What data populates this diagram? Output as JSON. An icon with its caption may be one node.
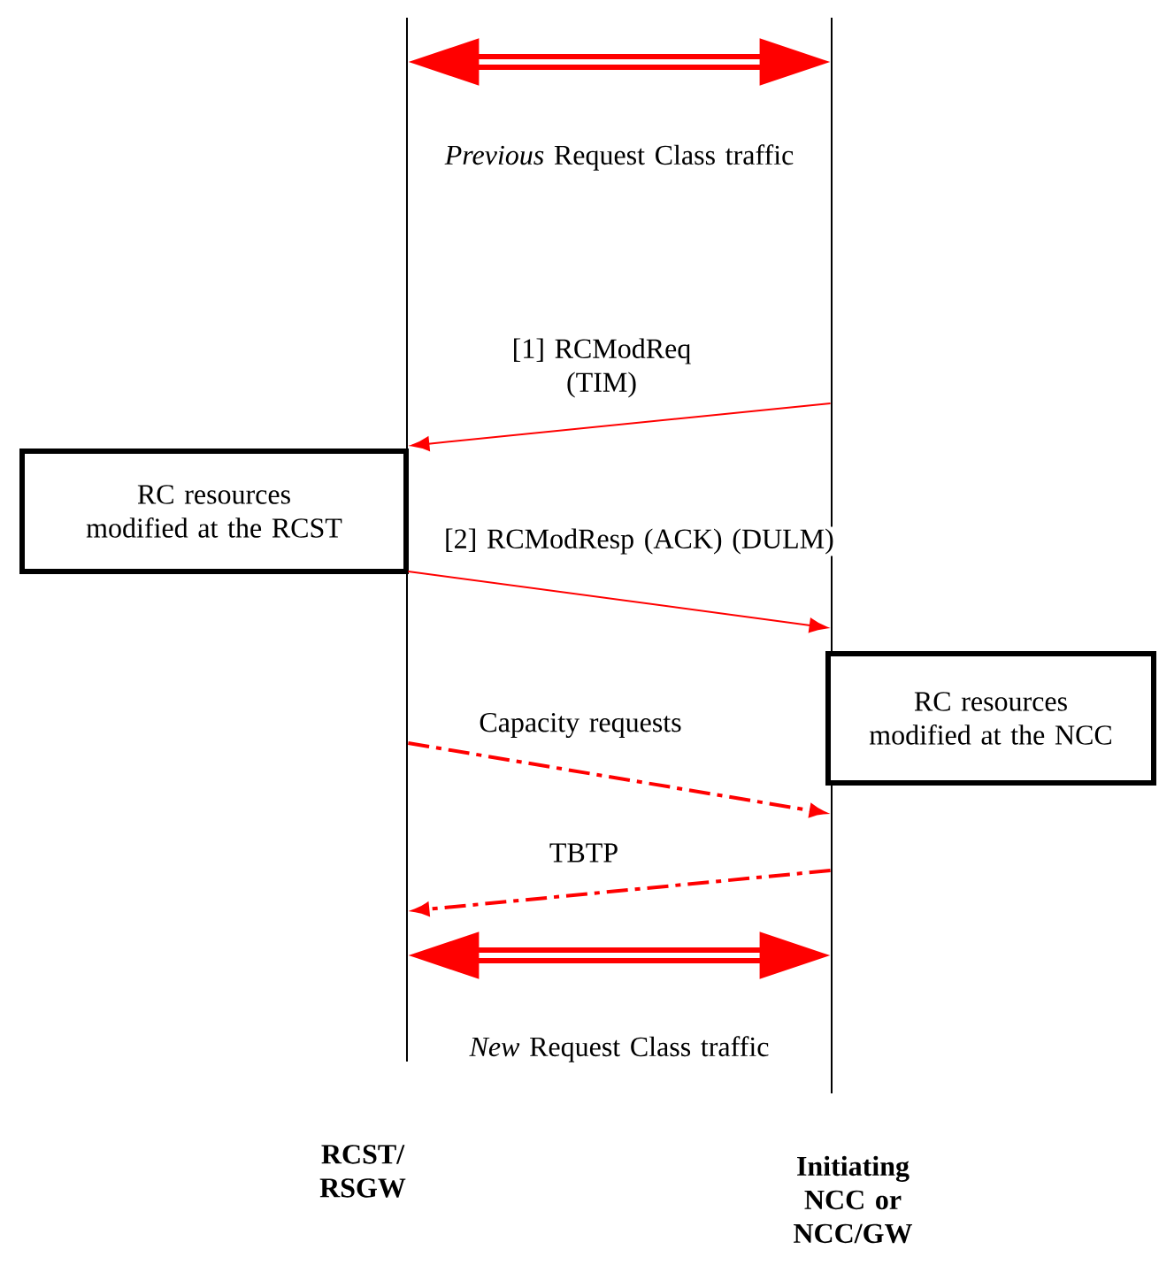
{
  "diagram": {
    "nodes": [
      {
        "text": [],
        "shape": "bar",
        "beside": [
          "RCST/ RSGW"
        ]
      },
      {
        "text": [],
        "shape": "bar",
        "beside": [
          "Initiating NCC or NCC/GW"
        ]
      },
      {
        "text": [
          "RC resources modified at the RCST"
        ]
      },
      {
        "text": [
          "RC resources modified at the NCC"
        ]
      }
    ],
    "edges": [
      {
        "from": 0,
        "to": 1,
        "arrow": "both",
        "style": "thick",
        "label": "*Previous* Request Class traffic"
      },
      {
        "from": 1,
        "to": 0,
        "arrow": "to",
        "label": "[1] RCModReq (TIM)"
      },
      {
        "from": 0,
        "to": 1,
        "arrow": "to",
        "label": "[2] RCModResp (ACK) (DULM)"
      },
      {
        "from": 0,
        "to": 1,
        "arrow": "to",
        "style": "dashed",
        "label": "Capacity requests"
      },
      {
        "from": 1,
        "to": 0,
        "arrow": "to",
        "style": "dashed",
        "label": "TBTP"
      },
      {
        "from": 0,
        "to": 1,
        "arrow": "both",
        "style": "thick",
        "label": "*New* Request Class traffic"
      }
    ]
  }
}
